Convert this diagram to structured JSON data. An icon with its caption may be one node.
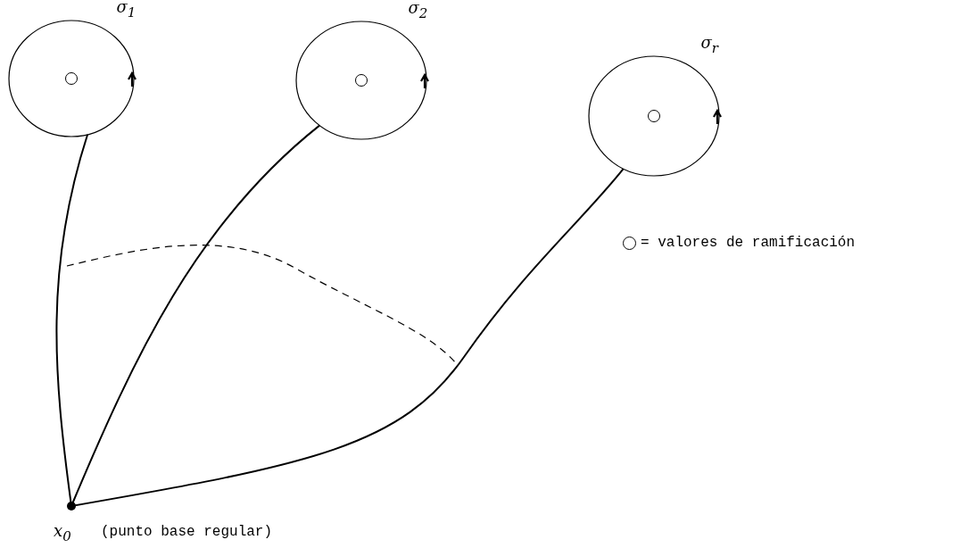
{
  "diagram": {
    "nodes": [
      {
        "text": [
          "σ$_{1}$"
        ]
      },
      {
        "text": [],
        "shape": "circle",
        "in": 0
      },
      {
        "text": [
          "σ$_{2}$"
        ]
      },
      {
        "text": [],
        "shape": "circle",
        "in": 2
      },
      {
        "text": [
          "σ$_{r}$"
        ]
      },
      {
        "text": [],
        "shape": "circle",
        "in": 4
      },
      {
        "text": [],
        "shape": "circle",
        "beside": [
          "x$_{0}$",
          "(punto base regular)"
        ]
      }
    ],
    "edges": [
      {
        "from": 6,
        "to": 0,
        "arrow": "none"
      },
      {
        "from": 6,
        "to": 2,
        "arrow": "none"
      },
      {
        "from": 6,
        "to": 4,
        "arrow": "none"
      }
    ],
    "legend": [
      {
        "text": "= valores de ramificación"
      }
    ]
  }
}
